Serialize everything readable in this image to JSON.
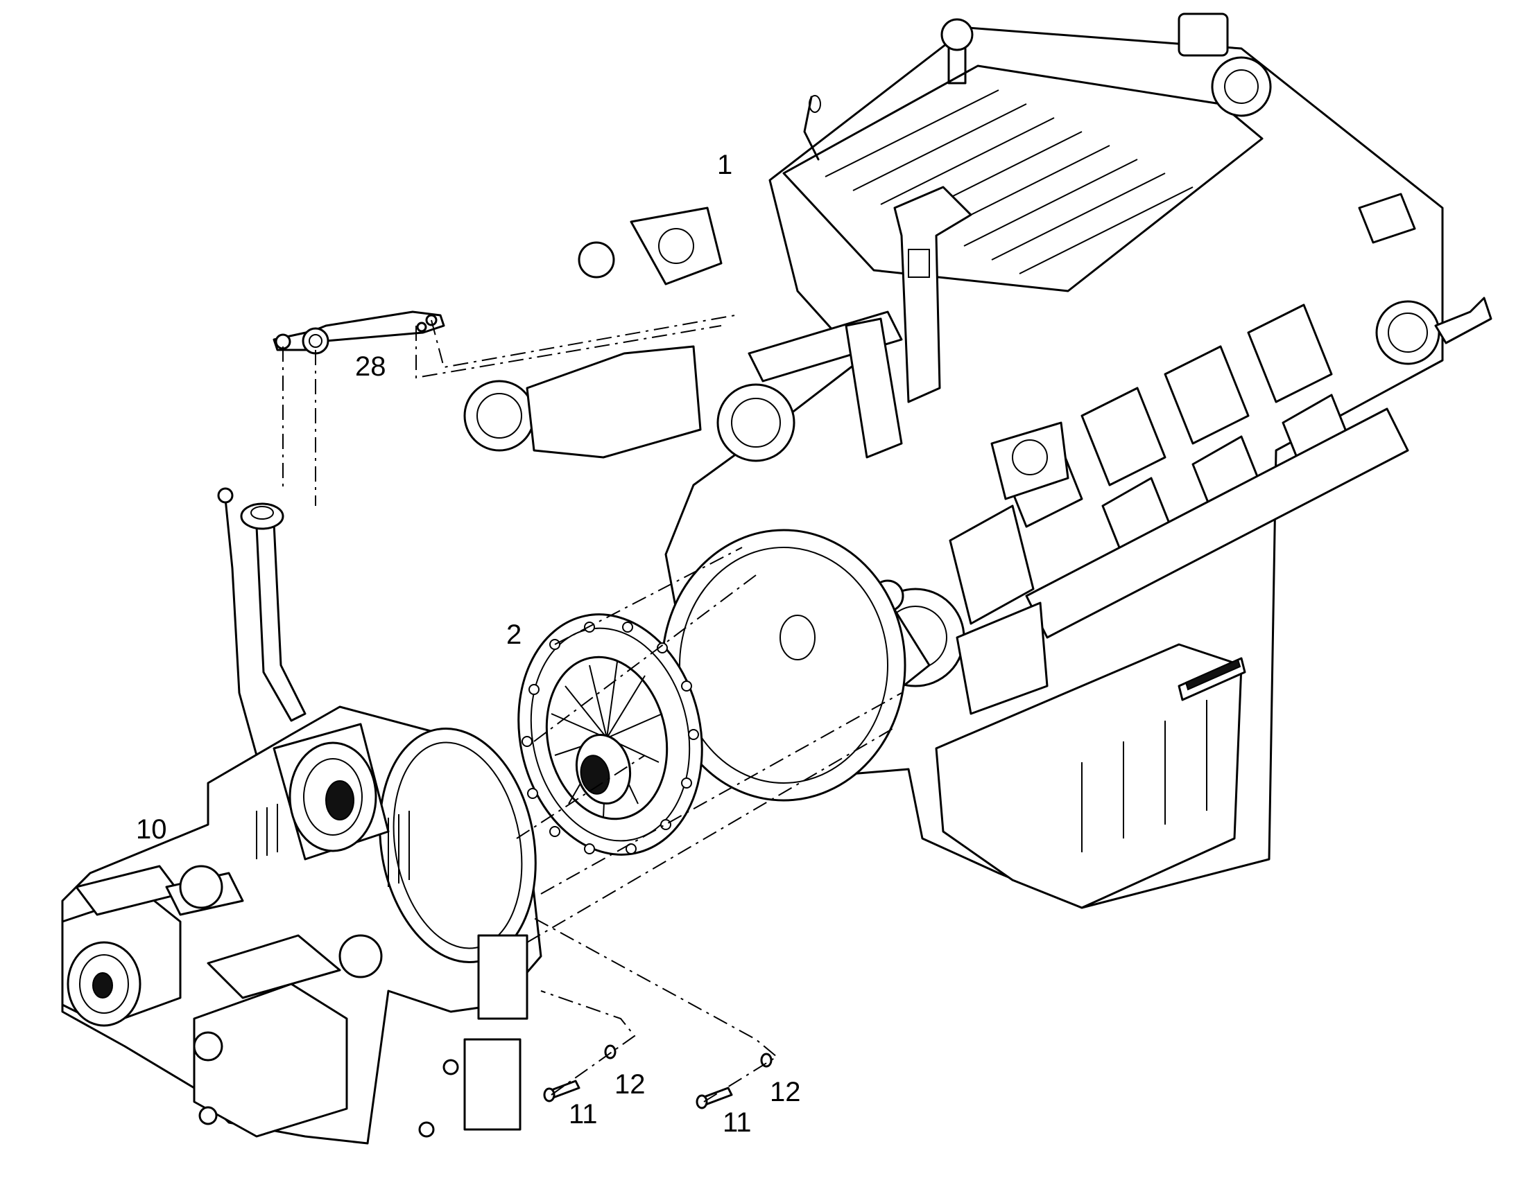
{
  "diagram": {
    "labels": {
      "engine": "1",
      "coupling": "2",
      "bracket": "28",
      "pump_drive": "10",
      "bolt_a": "11",
      "bolt_b": "11",
      "washer_a": "12",
      "washer_b": "12"
    },
    "icons": [
      "engine-illustration-icon",
      "coupling-disc-icon",
      "pump-drive-gearbox-icon",
      "bracket-icon",
      "bolt-icon",
      "washer-icon"
    ]
  }
}
